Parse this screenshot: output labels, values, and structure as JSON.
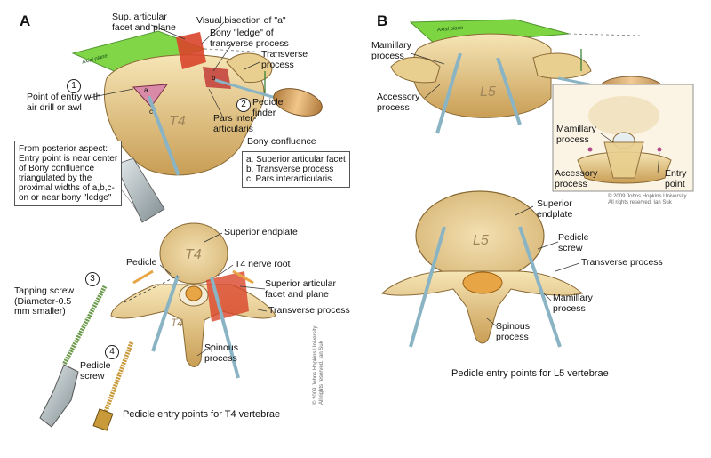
{
  "panels": {
    "a": {
      "letter": "A",
      "caption": "Pedicle entry points for T4 vertebrae",
      "plane_label": "Axial plane",
      "vertebra_letters": [
        "T4",
        "T4",
        "T4"
      ],
      "labels": {
        "sup_articular": "Sup. articular\nfacet and plane",
        "visual_bisection": "Visual bisection of \"a\"",
        "bony_ledge": "Bony \"ledge\" of\ntransverse process",
        "transverse_process_top": "Transverse\nprocess",
        "point_of_entry": "Point of entry with\nair drill or awl",
        "pedicle_finder": "Pedicle\nfinder",
        "pars": "Pars inter-\narticularis",
        "bony_confluence": "Bony confluence",
        "superior_endplate": "Superior endplate",
        "pedicle": "Pedicle",
        "t4_nerve_root": "T4 nerve root",
        "sup_articular_2": "Superior articular\nfacet and plane",
        "transverse_process": "Transverse process",
        "spinous_process": "Spinous\nprocess",
        "tapping_screw": "Tapping screw\n(Diameter-0.5\nmm smaller)",
        "pedicle_screw": "Pedicle\nscrew",
        "facet_letter_a": "a",
        "facet_letter_b": "b",
        "facet_letter_c": "c"
      },
      "numbers": [
        "1",
        "2",
        "3",
        "4"
      ],
      "posterior_note": "From posterior aspect:\nEntry point is near center\nof Bony confluence\ntriangulated by the\nproximal widths of a,b,c-\non or near bony \"ledge\"",
      "legend": "a. Superior articular facet\nb. Transverse process\nc. Pars interarticularis",
      "copyright": "© 2009 Johns Hopkins University\nAll rights reserved. Ian Suk"
    },
    "b": {
      "letter": "B",
      "caption": "Pedicle entry points for L5 vertebrae",
      "plane_label": "Axial plane",
      "vertebra_letters": [
        "L5",
        "L5"
      ],
      "labels": {
        "mamillary_top": "Mamillary\nprocess",
        "accessory_top": "Accessory\nprocess",
        "mamillary_inset": "Mamillary\nprocess",
        "accessory_inset": "Accessory\nprocess",
        "entry_point": "Entry\npoint",
        "superior_endplate": "Superior\nendplate",
        "pedicle_screw": "Pedicle\nscrew",
        "transverse_process": "Transverse process",
        "mamillary_bottom": "Mamillary\nprocess",
        "spinous_process": "Spinous\nprocess"
      },
      "copyright": "© 2009 Johns Hopkins University\nAll rights reserved. Ian Suk"
    }
  },
  "colors": {
    "bone": "#e9cf8f",
    "bone_dark": "#b8914f",
    "bone_light": "#f5e6bc",
    "plane_green": "#6fd12e",
    "facet_red": "#d9452b",
    "cord_orange": "#e7a545",
    "wire": "#8ab4c4",
    "handle": "#d8a86a",
    "drill_grey": "#9aa5a8"
  }
}
